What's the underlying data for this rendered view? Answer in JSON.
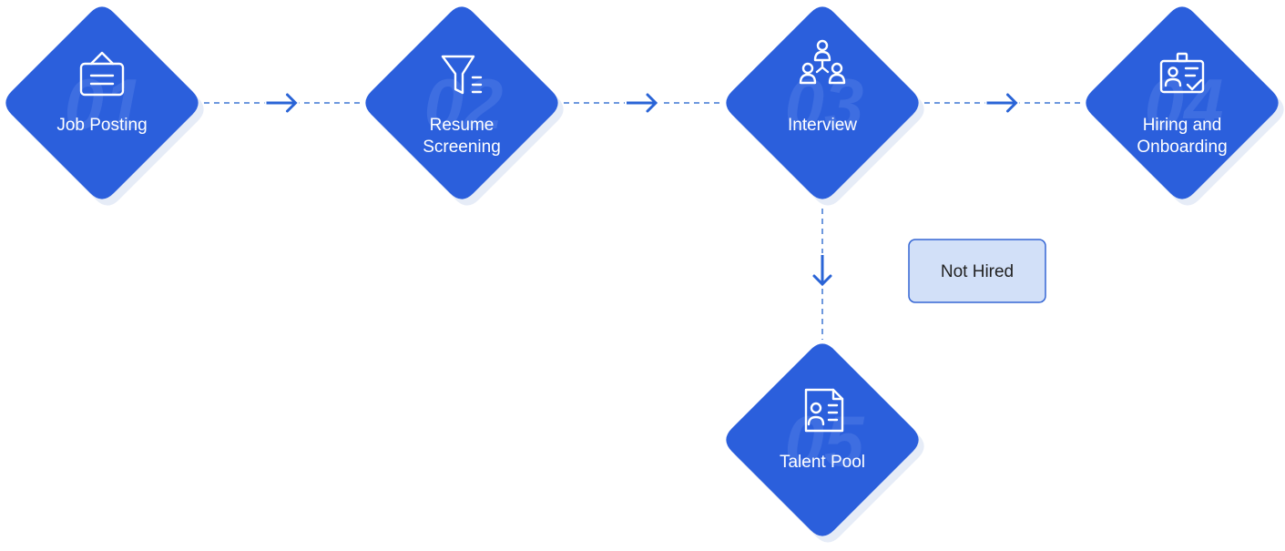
{
  "colors": {
    "node_fill": "#2b5fdc",
    "node_shadow": "#e6ecf7",
    "connector": "#6d98de",
    "arrow": "#2a64d6",
    "note_fill": "#d2e0f8",
    "note_border": "#3566d4",
    "text_on_node": "#ffffff"
  },
  "nodes": [
    {
      "id": "job-posting",
      "number": "01",
      "label_lines": [
        "Job Posting"
      ],
      "icon": "notice-board-icon"
    },
    {
      "id": "resume-screening",
      "number": "02",
      "label_lines": [
        "Resume",
        "Screening"
      ],
      "icon": "filter-list-icon"
    },
    {
      "id": "interview",
      "number": "03",
      "label_lines": [
        "Interview"
      ],
      "icon": "group-meeting-icon"
    },
    {
      "id": "hiring-onboarding",
      "number": "04",
      "label_lines": [
        "Hiring and",
        "Onboarding"
      ],
      "icon": "id-badge-check-icon"
    },
    {
      "id": "talent-pool",
      "number": "05",
      "label_lines": [
        "Talent Pool"
      ],
      "icon": "resume-document-icon"
    }
  ],
  "edges": [
    {
      "from": "job-posting",
      "to": "resume-screening"
    },
    {
      "from": "resume-screening",
      "to": "interview"
    },
    {
      "from": "interview",
      "to": "hiring-onboarding"
    },
    {
      "from": "interview",
      "to": "talent-pool"
    }
  ],
  "note": {
    "text": "Not Hired"
  }
}
